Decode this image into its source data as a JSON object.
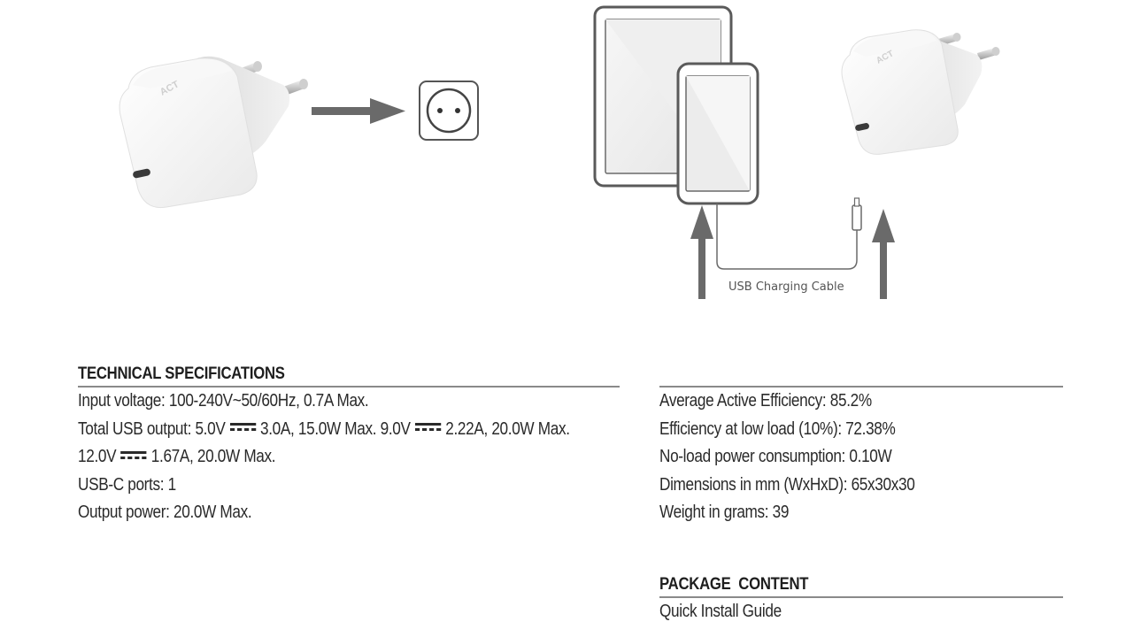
{
  "illustration": {
    "cable_label": "USB Charging Cable"
  },
  "tech_specs": {
    "title": "TECHNICAL SPECIFICATIONS",
    "lines": [
      {
        "before": "Input voltage: 100-240V~50/60Hz, 0.7A Max.",
        "parts": []
      },
      {
        "parts": [
          "Total USB output: 5.0V",
          "3.0A, 15.0W Max. 9.0V",
          "2.22A, 20.0W Max."
        ]
      },
      {
        "parts": [
          "12.0V",
          "1.67A, 20.0W Max."
        ]
      },
      {
        "parts": [
          "USB-C ports: 1"
        ]
      },
      {
        "parts": [
          "Output power: 20.0W Max."
        ]
      }
    ]
  },
  "efficiency": {
    "lines": [
      "Average Active Efficiency: 85.2%",
      "Efficiency at low load (10%): 72.38%",
      "No-load power consumption: 0.10W",
      "Dimensions in mm (WxHxD): 65x30x30",
      "Weight in grams: 39"
    ]
  },
  "package": {
    "title": "PACKAGE  CONTENT",
    "lines": [
      "Quick Install Guide"
    ]
  }
}
